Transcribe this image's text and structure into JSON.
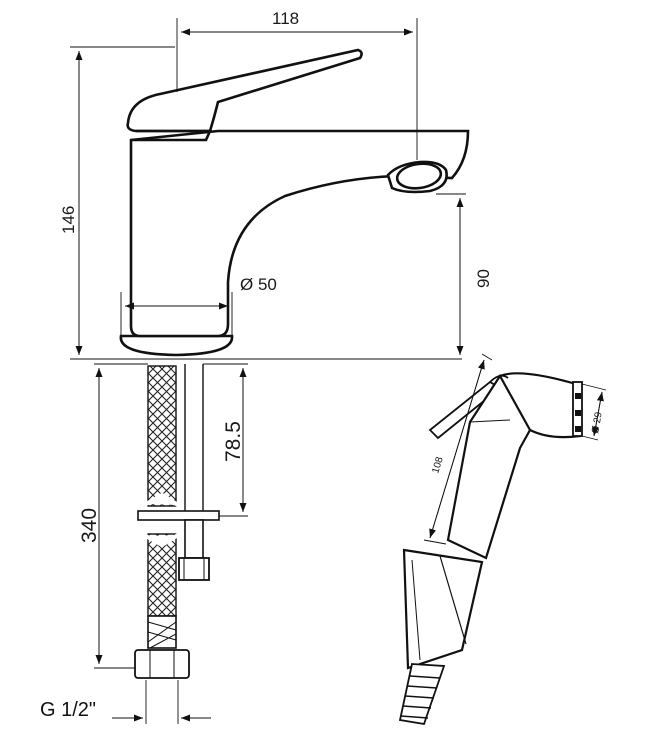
{
  "dimensions": {
    "spout_reach": "118",
    "total_height": "146",
    "base_diameter": "Ø 50",
    "spout_height": "90",
    "hose_length": "340",
    "connector_length": "78.5",
    "hand_shower_length": "108",
    "hand_shower_diameter": "Ø 29"
  },
  "thread_label": "G 1/2\""
}
